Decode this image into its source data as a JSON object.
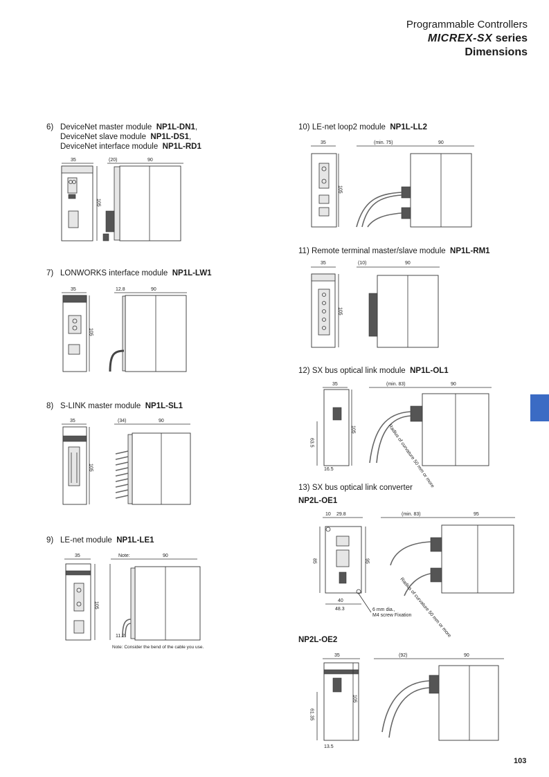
{
  "header": {
    "line1": "Programmable Controllers",
    "brand": "MICREX-SX",
    "series": "series",
    "line3": "Dimensions"
  },
  "page_number": "103",
  "sections": {
    "s6": {
      "num": "6)",
      "lines": [
        {
          "text": "DeviceNet master module",
          "model": "NP1L-DN1",
          "sep": ","
        },
        {
          "text": "DeviceNet slave module",
          "model": "NP1L-DS1",
          "sep": ","
        },
        {
          "text": "DeviceNet interface module",
          "model": "NP1L-RD1",
          "sep": ""
        }
      ],
      "dims": {
        "w": "35",
        "gap": "(20)",
        "depth": "90",
        "h": "105"
      }
    },
    "s7": {
      "num": "7)",
      "text": "LONWORKS interface module",
      "model": "NP1L-LW1",
      "dims": {
        "w": "35",
        "gap": "12.8",
        "depth": "90",
        "h": "105"
      }
    },
    "s8": {
      "num": "8)",
      "text": "S-LINK master module",
      "model": "NP1L-SL1",
      "dims": {
        "w": "35",
        "gap": "(34)",
        "depth": "90",
        "h": "105"
      }
    },
    "s9": {
      "num": "9)",
      "text": "LE-net module",
      "model": "NP1L-LE1",
      "dims": {
        "w": "35",
        "gap": "Note:",
        "depth": "90",
        "h": "105",
        "small": "11.2"
      },
      "note": "Note: Consider the bend of the cable you use."
    },
    "s10": {
      "num": "10)",
      "text": "LE-net loop2 module",
      "model": "NP1L-LL2",
      "dims": {
        "w": "35",
        "gap": "(min. 75)",
        "depth": "90",
        "h": "105"
      }
    },
    "s11": {
      "num": "11)",
      "text": "Remote terminal master/slave module",
      "model": "NP1L-RM1",
      "dims": {
        "w": "35",
        "gap": "(10)",
        "depth": "90",
        "h": "105"
      }
    },
    "s12": {
      "num": "12)",
      "text": "SX bus optical link module",
      "model": "NP1L-OL1",
      "dims": {
        "w": "35",
        "gap": "(min. 83)",
        "depth": "90",
        "h": "105",
        "pos": "63.5",
        "bottom": "16.5"
      },
      "radius": "Radius of curvature 50 mm or more"
    },
    "s13": {
      "num": "13)",
      "text": "SX bus optical link converter",
      "oe1": {
        "model": "NP2L-OE1",
        "dims": {
          "a": "10",
          "b": "29.8",
          "gap": "(min. 83)",
          "depth": "95",
          "h1": "85",
          "h2": "95",
          "w1": "40",
          "w2": "48.3"
        },
        "screw": [
          "6 mm dia.,",
          "M4 screw Fixation"
        ],
        "radius": "Radius of curvature 50 mm or more"
      },
      "oe2": {
        "model": "NP2L-OE2",
        "dims": {
          "w": "35",
          "gap": "(92)",
          "depth": "90",
          "h": "105",
          "pos": "61.35",
          "bottom": "13.5"
        }
      }
    }
  }
}
